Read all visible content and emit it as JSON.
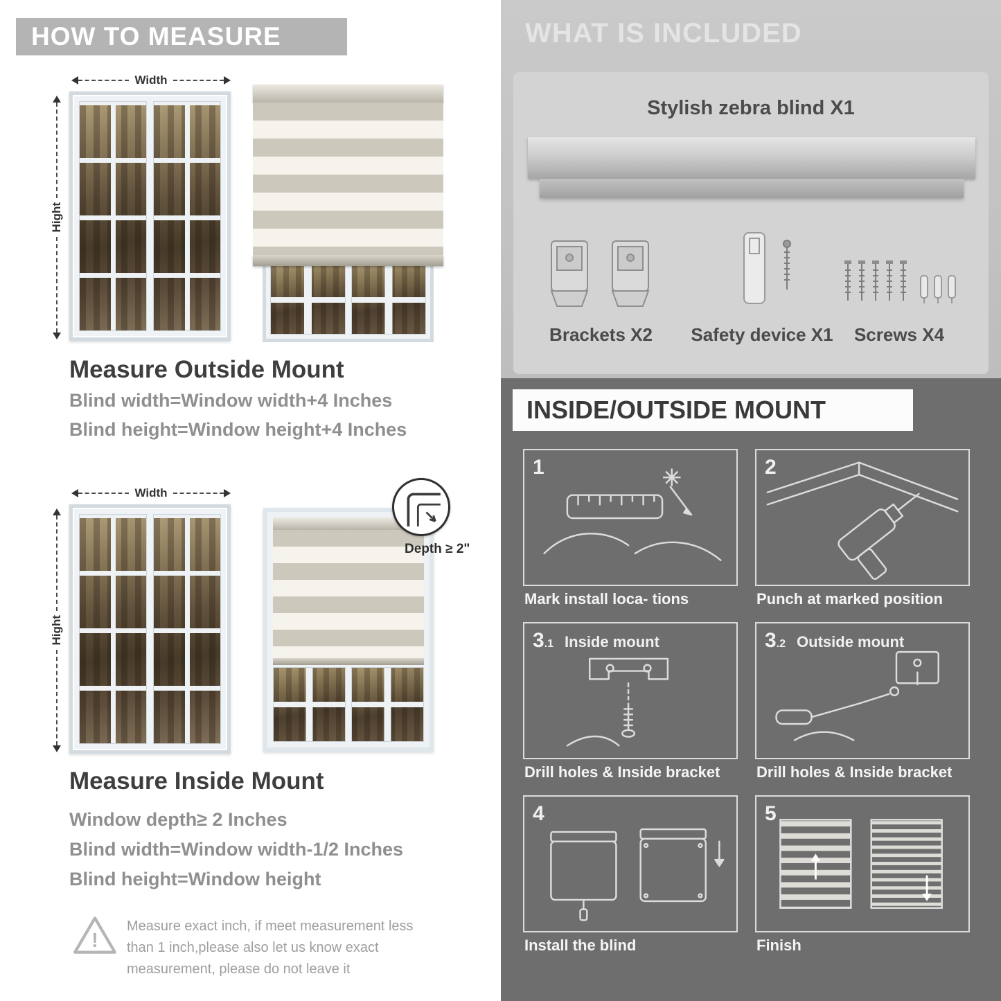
{
  "left": {
    "header": "HOW TO MEASURE",
    "outside": {
      "width_label": "Width",
      "height_label": "Hight",
      "title": "Measure Outside Mount",
      "lines": [
        "Blind width=Window width+4 Inches",
        "Blind height=Window height+4 Inches"
      ]
    },
    "inside": {
      "width_label": "Width",
      "height_label": "Hight",
      "depth_label": "Depth ≥ 2\"",
      "title": "Measure Inside Mount",
      "lines": [
        "Window depth≥ 2 Inches",
        "Blind width=Window width-1/2 Inches",
        "Blind height=Window height"
      ]
    },
    "warning_icon": "!",
    "warning_text": "Measure exact inch, if meet measurement less than 1 inch,please also let us know exact measurement, please do not leave it"
  },
  "included": {
    "header": "WHAT IS INCLUDED",
    "blind_label": "Stylish zebra blind X1",
    "items": [
      {
        "name": "brackets",
        "label": "Brackets X2"
      },
      {
        "name": "safety-device",
        "label": "Safety device X1"
      },
      {
        "name": "screws",
        "label": "Screws X4"
      }
    ]
  },
  "mount": {
    "header": "INSIDE/OUTSIDE MOUNT",
    "steps": [
      {
        "num": "1",
        "sub": "",
        "label": "",
        "caption": "Mark install loca- tions"
      },
      {
        "num": "2",
        "sub": "",
        "label": "",
        "caption": "Punch at  marked position"
      },
      {
        "num": "3",
        "sub": ".1",
        "label": "Inside mount",
        "caption": "Drill holes &  Inside bracket"
      },
      {
        "num": "3",
        "sub": ".2",
        "label": "Outside mount",
        "caption": "Drill holes &  Inside bracket"
      },
      {
        "num": "4",
        "sub": "",
        "label": "",
        "caption": "Install the blind"
      },
      {
        "num": "5",
        "sub": "",
        "label": "",
        "caption": "Finish"
      }
    ]
  },
  "colors": {
    "banner_gray": "#b4b4b4",
    "dark_section": "#6e6e6e",
    "heading_dark": "#3e3e3e",
    "body_gray": "#8f8f8f",
    "stripe_tan": "#ccc8bc",
    "stripe_white": "#f5f3ec"
  }
}
